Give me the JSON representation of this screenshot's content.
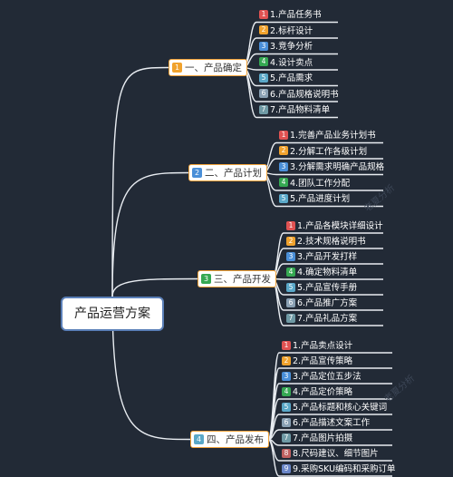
{
  "root": {
    "label": "产品运营方案"
  },
  "colors": {
    "background": "#222a36",
    "line": "#e9edf2",
    "num": [
      "#e05252",
      "#f0a22d",
      "#4a8fd8",
      "#35a852",
      "#5aa8c8",
      "#8aa0b3",
      "#6f9aa5",
      "#c06060",
      "#6a86c8"
    ]
  },
  "branches": [
    {
      "label": "一、产品确定",
      "num": "1",
      "items": [
        "1.产品任务书",
        "2.标杆设计",
        "3.竞争分析",
        "4.设计卖点",
        "5.产品需求",
        "6.产品规格说明书",
        "7.产品物料清单"
      ]
    },
    {
      "label": "二、产品计划",
      "num": "2",
      "items": [
        "1.完善产品业务计划书",
        "2.分解工作各级计划",
        "3.分解需求明确产品规格",
        "4.团队工作分配",
        "5.产品进度计划"
      ]
    },
    {
      "label": "三、产品开发",
      "num": "3",
      "items": [
        "1.产品各模块详细设计",
        "2.技术规格说明书",
        "3.产品开发打样",
        "4.确定物料清单",
        "5.产品宣传手册",
        "6.产品推广方案",
        "7.产品礼品方案"
      ]
    },
    {
      "label": "四、产品发布",
      "num": "4",
      "items": [
        "1.产品卖点设计",
        "2.产品宣传策略",
        "3.产品定位五步法",
        "4.产品定价策略",
        "5.产品标题和核心关键词",
        "6.产品描述文案工作",
        "7.产品图片拍摄",
        "8.尺码建议、细节图片",
        "9.采购SKU编码和采购订单"
      ]
    }
  ],
  "watermark": "老夏分析"
}
